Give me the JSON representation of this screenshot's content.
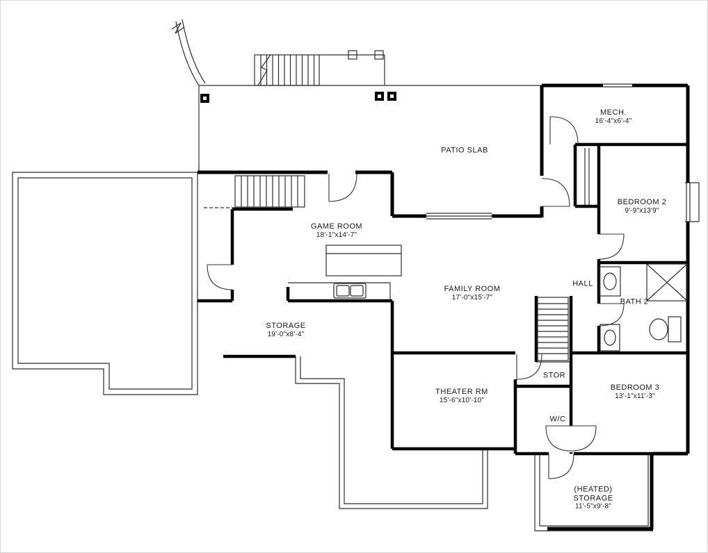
{
  "plan": {
    "rooms": [
      {
        "name": "PATIO SLAB",
        "dims": ""
      },
      {
        "name": "MECH.",
        "dims": "16'-4\"x6'-4\""
      },
      {
        "name": "BEDROOM 2",
        "dims": "9'-9\"x13'9\""
      },
      {
        "name": "GAME ROOM",
        "dims": "18'-1\"x14'-7\""
      },
      {
        "name": "FAMILY ROOM",
        "dims": "17'-0\"x15'-7\""
      },
      {
        "name": "HALL",
        "dims": ""
      },
      {
        "name": "BATH 2",
        "dims": ""
      },
      {
        "name": "STORAGE",
        "dims": "19'-0\"x8'-4\""
      },
      {
        "name": "THEATER RM",
        "dims": "15'-6\"x10'-10\""
      },
      {
        "name": "STOR",
        "dims": ""
      },
      {
        "name": "BEDROOM 3",
        "dims": "13'-1\"x11'-3\""
      },
      {
        "name": "W/C",
        "dims": ""
      },
      {
        "name": "(HEATED)",
        "name2": "STORAGE",
        "dims": "11'-5\"x9'-8\""
      }
    ],
    "colors": {
      "wall": "#000000",
      "line": "#2b2b2b",
      "background": "#ffffff",
      "text": "#161616"
    }
  }
}
